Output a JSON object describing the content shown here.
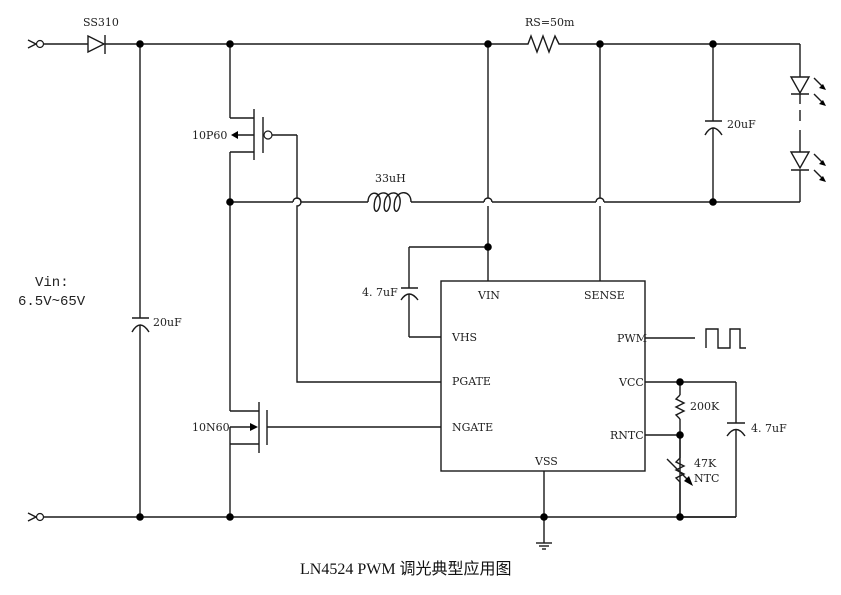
{
  "title": "LN4524    PWM 调光典型应用图",
  "input": {
    "label_line1": "Vin:",
    "label_line2": "6.5V~65V"
  },
  "components": {
    "diode": "SS310",
    "sense_resistor": "RS=50m",
    "inductor": "33uH",
    "pmos": "10P60",
    "nmos": "10N60",
    "cap_input": "20uF",
    "cap_output": "20uF",
    "cap_vhs": "4. 7uF",
    "cap_vcc": "4. 7uF",
    "resistor_vcc": "200K",
    "ntc_value": "47K",
    "ntc_label": "NTC"
  },
  "ic": {
    "pins": {
      "vin": "VIN",
      "sense": "SENSE",
      "vhs": "VHS",
      "pwm": "PWM",
      "pgate": "PGATE",
      "vcc": "VCC",
      "ngate": "NGATE",
      "rntc": "RNTC",
      "vss": "VSS"
    }
  },
  "colors": {
    "wire": "#1a1a1a",
    "background": "#ffffff"
  }
}
